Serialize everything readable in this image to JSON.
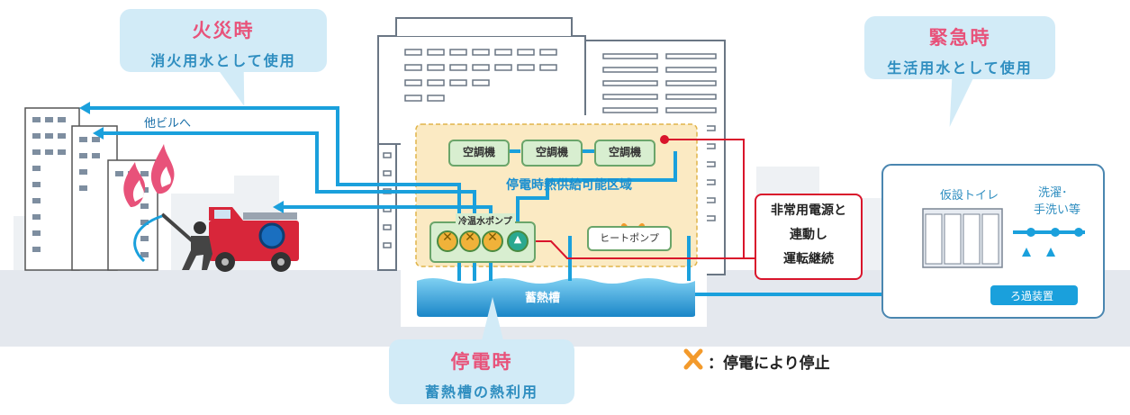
{
  "fire_callout": {
    "title": "火災時",
    "subtitle": "消火用水として使用"
  },
  "emergency_callout": {
    "title": "緊急時",
    "subtitle": "生活用水として使用"
  },
  "blackout_callout": {
    "title": "停電時",
    "subtitle": "蓄熱槽の熱利用"
  },
  "other_buildings_label": "他ビルへ",
  "hvac_units": [
    "空調機",
    "空調機",
    "空調機"
  ],
  "heat_supply_area_label": "停電時熱供給可能区域",
  "pump_group_label": "冷温水ポンプ",
  "heat_pump_label": "ヒートポンプ",
  "storage_tank_label": "蓄熱槽",
  "power_box": {
    "line1": "非常用電源と",
    "line2": "連動し",
    "line3": "運転継続"
  },
  "temporary_toilet_label": "仮設トイレ",
  "washing_label_1": "洗濯･",
  "washing_label_2": "手洗い等",
  "filter_label": "ろ過装置",
  "legend": {
    "mark": "✕",
    "text": "：停電により停止"
  },
  "colors": {
    "pipe_blue": "#1aa0dc",
    "alert_red": "#d9142b",
    "callout_bg": "#d2ebf7",
    "highlight_title": "#e8527a",
    "stop_orange": "#f39a2b"
  }
}
